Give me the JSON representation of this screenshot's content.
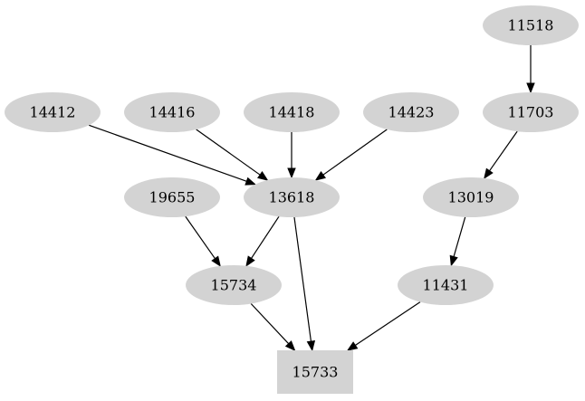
{
  "diagram": {
    "nodes": [
      {
        "id": "11518",
        "label": "11518",
        "shape": "ellipse"
      },
      {
        "id": "11703",
        "label": "11703",
        "shape": "ellipse"
      },
      {
        "id": "14412",
        "label": "14412",
        "shape": "ellipse"
      },
      {
        "id": "14416",
        "label": "14416",
        "shape": "ellipse"
      },
      {
        "id": "14418",
        "label": "14418",
        "shape": "ellipse"
      },
      {
        "id": "14423",
        "label": "14423",
        "shape": "ellipse"
      },
      {
        "id": "19655",
        "label": "19655",
        "shape": "ellipse"
      },
      {
        "id": "13618",
        "label": "13618",
        "shape": "ellipse"
      },
      {
        "id": "13019",
        "label": "13019",
        "shape": "ellipse"
      },
      {
        "id": "15734",
        "label": "15734",
        "shape": "ellipse"
      },
      {
        "id": "11431",
        "label": "11431",
        "shape": "ellipse"
      },
      {
        "id": "15733",
        "label": "15733",
        "shape": "box"
      }
    ],
    "edges": [
      {
        "from": "11518",
        "to": "11703"
      },
      {
        "from": "11703",
        "to": "13019"
      },
      {
        "from": "13019",
        "to": "11431"
      },
      {
        "from": "11431",
        "to": "15733"
      },
      {
        "from": "14412",
        "to": "13618"
      },
      {
        "from": "14416",
        "to": "13618"
      },
      {
        "from": "14418",
        "to": "13618"
      },
      {
        "from": "14423",
        "to": "13618"
      },
      {
        "from": "19655",
        "to": "15734"
      },
      {
        "from": "13618",
        "to": "15734"
      },
      {
        "from": "13618",
        "to": "15733"
      },
      {
        "from": "15734",
        "to": "15733"
      }
    ],
    "colors": {
      "node_fill": "#d3d3d3",
      "edge": "#000000",
      "text": "#000000"
    }
  }
}
